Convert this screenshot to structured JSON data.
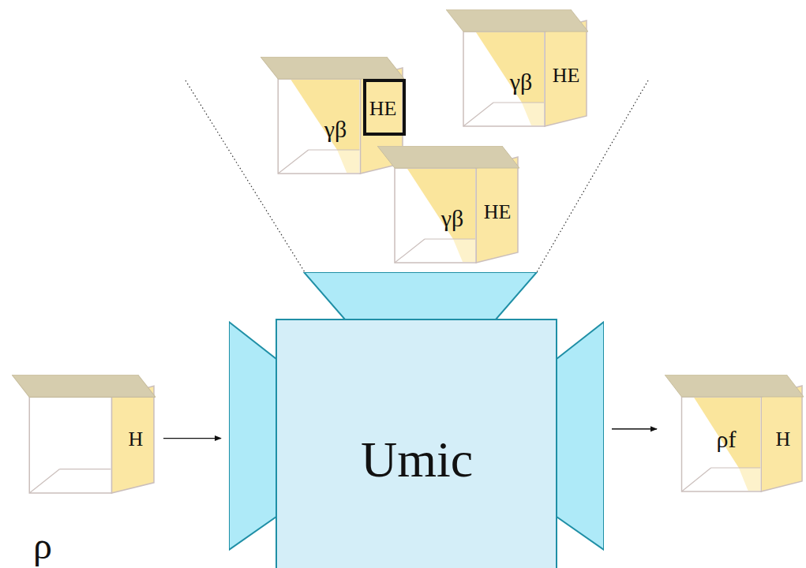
{
  "diagram": {
    "nodes": [
      {
        "text": [
          "γβ",
          "HE"
        ]
      },
      {
        "text": [
          "γβ",
          "HE"
        ]
      },
      {
        "text": [
          "γβ",
          "HE"
        ]
      },
      {
        "text": [
          "H"
        ]
      },
      {
        "text": [
          "Umic"
        ]
      },
      {
        "text": [
          "ρf",
          "H"
        ]
      }
    ],
    "edges": [
      {
        "from": 3,
        "to": 4,
        "arrow": "to"
      },
      {
        "from": 4,
        "to": 5,
        "arrow": "to"
      }
    ],
    "labels": [
      "ρ"
    ]
  }
}
